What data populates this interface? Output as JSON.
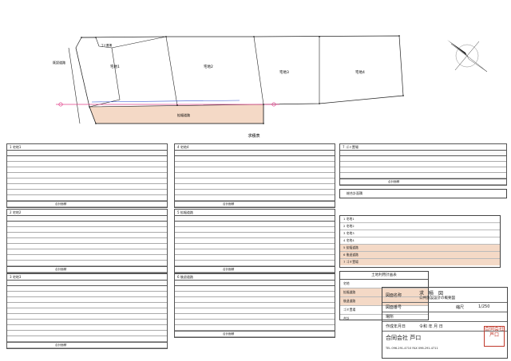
{
  "plan": {
    "heading": "求積図",
    "table_section_title": "求積表",
    "lots": [
      "宅地1",
      "宅地2",
      "宅地3",
      "宅地4"
    ],
    "road_label": "拡幅道路",
    "easement_label": "ゴミ置場",
    "existing_road_label": "既設道路",
    "colors": {
      "road_fill": "#f4d9c6",
      "line_pink": "#e0408a",
      "line_blue": "#3050d0",
      "line_black": "#222222"
    }
  },
  "tables": {
    "t1": {
      "title": "1 宅地1",
      "rows": 10,
      "total_label": "合計面積"
    },
    "t2": {
      "title": "4 宅地4",
      "rows": 10,
      "total_label": "合計面積"
    },
    "t3": {
      "title": "7 ゴミ置場",
      "rows": 4,
      "total_label": "合計面積"
    },
    "t4": {
      "title": "2 宅地2",
      "rows": 10,
      "total_label": "合計面積"
    },
    "t5": {
      "title": "5 拡幅道路",
      "rows": 10,
      "total_label": "合計面積"
    },
    "t6": {
      "title": "3 宅地3",
      "rows": 10,
      "total_label": "合計面積"
    },
    "t7": {
      "title": "6 後退道路",
      "rows": 10,
      "total_label": "合計面積"
    }
  },
  "summary": {
    "title": "総合計面積",
    "rows": [
      "1 宅地1",
      "2 宅地2",
      "3 宅地3",
      "4 宅地4",
      "5 拡幅道路",
      "6 後退道路",
      "7 ゴミ置場"
    ]
  },
  "landuse": {
    "title": "土地利用計画表",
    "rows": [
      "宅地",
      "拡幅道路",
      "後退道路",
      "ゴミ置場",
      "合計"
    ],
    "units": "㎡"
  },
  "titleblock": {
    "drawing_name_label": "図面名称",
    "drawing_name": "求積図",
    "drawing_name_sub": "公共施設設計の概要図",
    "drawing_no_label": "図面番号",
    "scale_label": "縮尺",
    "scale_value": "1/250",
    "place_label": "場所",
    "date_label": "作成年月日",
    "date_value": "令和 年 月 日",
    "company": "合同会社 芦口",
    "contact": "TEL 096-291-4710 FAX 096-291-4711",
    "stamp": "合同会社芦口"
  }
}
